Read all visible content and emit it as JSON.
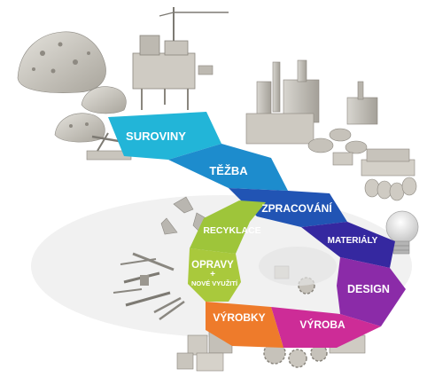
{
  "flow": {
    "stages": [
      {
        "label": "SUROVINY",
        "color": "#1fb2d6"
      },
      {
        "label": "TĚŽBA",
        "color": "#1e86c8"
      },
      {
        "label": "ZPRACOVÁNÍ",
        "color": "#2456b5"
      },
      {
        "label": "MATERIÁLY",
        "color": "#3428a0"
      },
      {
        "label": "DESIGN",
        "color": "#8a2aa6"
      },
      {
        "label": "VÝROBA",
        "color": "#cc2c96"
      },
      {
        "label": "VÝROBKY",
        "color": "#ec7a2c"
      },
      {
        "label": "OPRAVY",
        "color": "#a8c83a"
      },
      {
        "label": "+",
        "color": "#a8c83a"
      },
      {
        "label": "NOVÉ VYUŽITÍ",
        "color": "#a8c83a"
      },
      {
        "label": "RECYKLACE",
        "color": "#9cc33a"
      }
    ]
  },
  "icons": {
    "raw-material": "rock-pile-icon",
    "mining": "oil-rig-icon",
    "processing": "factory-icon",
    "materials": "material-blocks-icon",
    "design": "light-bulb-icon",
    "production": "gears-icon",
    "products": "product-blocks-icon",
    "repair": "tools-icon",
    "recycling": "recycle-icon"
  }
}
